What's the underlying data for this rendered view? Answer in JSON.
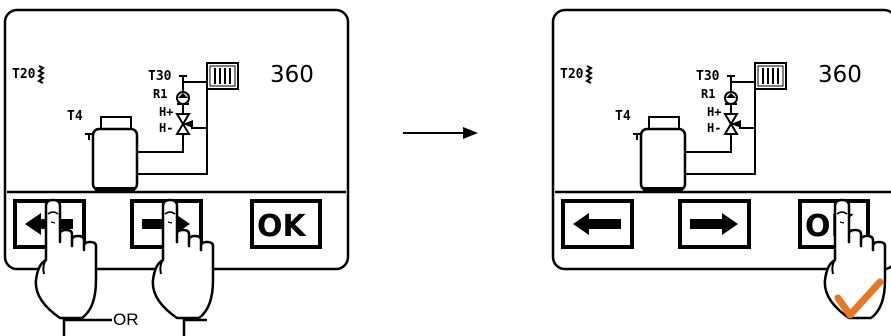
{
  "left_panel": {
    "labels": {
      "t20": "T20",
      "t30": "T30",
      "r1": "R1",
      "t4": "T4",
      "h_plus": "H+",
      "h_minus": "H-"
    },
    "value": "360",
    "buttons": {
      "left_arrow": "left-arrow",
      "right_arrow": "right-arrow",
      "ok": "OK"
    }
  },
  "right_panel": {
    "labels": {
      "t20": "T20",
      "t30": "T30",
      "r1": "R1",
      "t4": "T4",
      "h_plus": "H+",
      "h_minus": "H-"
    },
    "value": "360",
    "buttons": {
      "left_arrow": "left-arrow",
      "right_arrow": "right-arrow",
      "ok": "OK"
    }
  },
  "or_text": "OR",
  "colors": {
    "ink": "#000000",
    "check": "#e87722",
    "background": "#ffffff"
  },
  "icons": [
    "pointing-hand-icon",
    "checkmark-icon",
    "radiator-icon",
    "pump-icon",
    "mixing-valve-icon",
    "tank-icon",
    "sensor-icon",
    "arrow-right-icon"
  ]
}
